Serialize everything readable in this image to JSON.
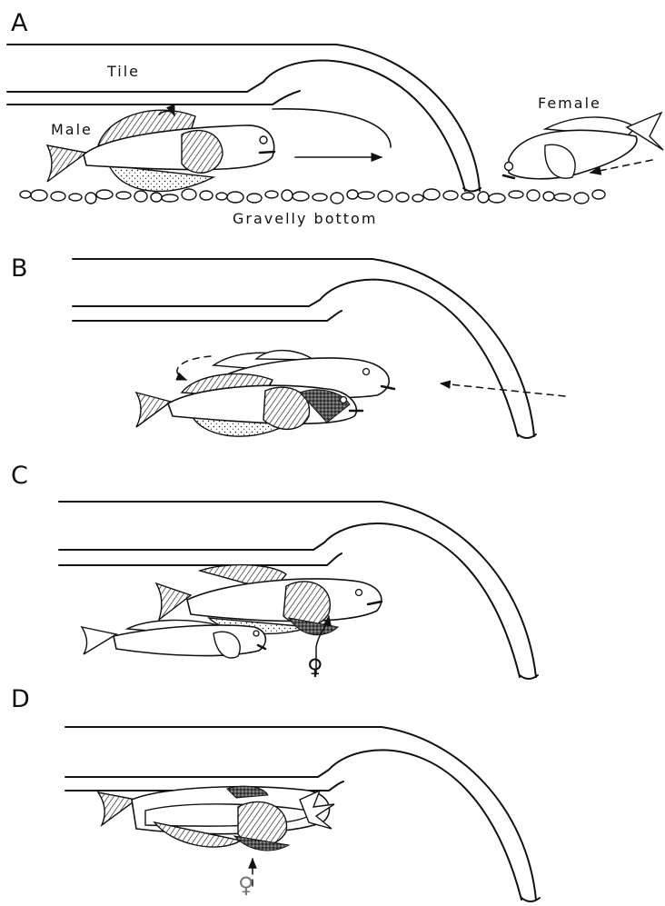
{
  "figure": {
    "panels": [
      {
        "letter": "A",
        "labels": {
          "tile": "Tile",
          "male": "Male",
          "female": "Female",
          "bottom": "Gravelly bottom"
        }
      },
      {
        "letter": "B"
      },
      {
        "letter": "C"
      },
      {
        "letter": "D"
      }
    ],
    "symbols": {
      "female_sign": "♀"
    }
  }
}
